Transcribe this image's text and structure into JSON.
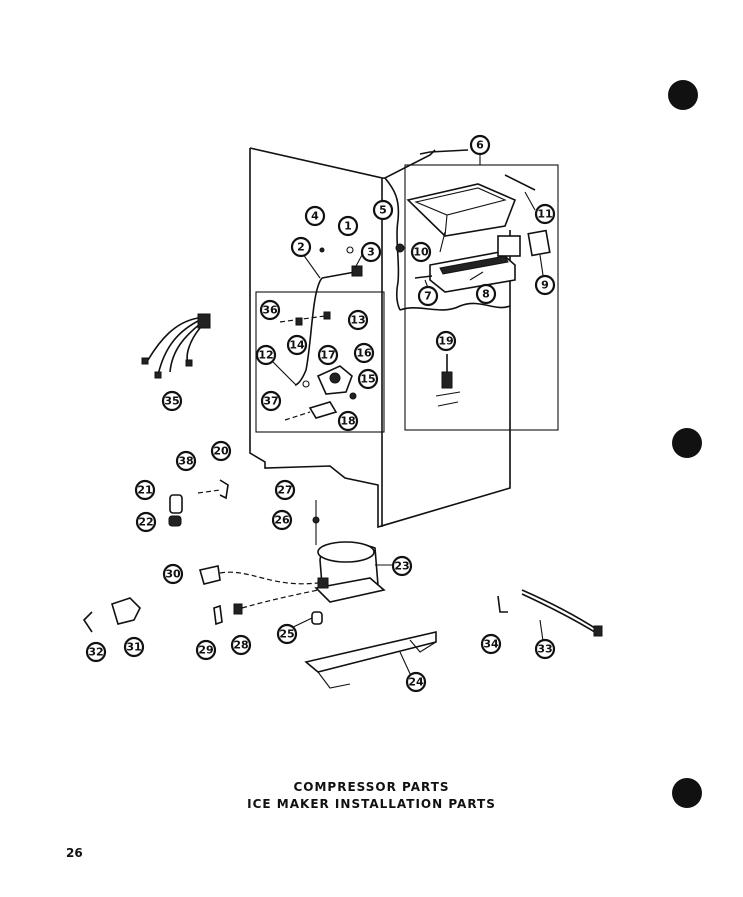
{
  "titles": {
    "line1": "COMPRESSOR PARTS",
    "line2": "ICE MAKER INSTALLATION PARTS"
  },
  "page_number": "26",
  "callouts": [
    "1",
    "2",
    "3",
    "4",
    "5",
    "6",
    "7",
    "8",
    "9",
    "10",
    "11",
    "12",
    "13",
    "14",
    "15",
    "16",
    "17",
    "18",
    "19",
    "20",
    "21",
    "22",
    "23",
    "24",
    "25",
    "26",
    "27",
    "28",
    "29",
    "30",
    "31",
    "32",
    "33",
    "34",
    "35",
    "36",
    "37",
    "38"
  ]
}
